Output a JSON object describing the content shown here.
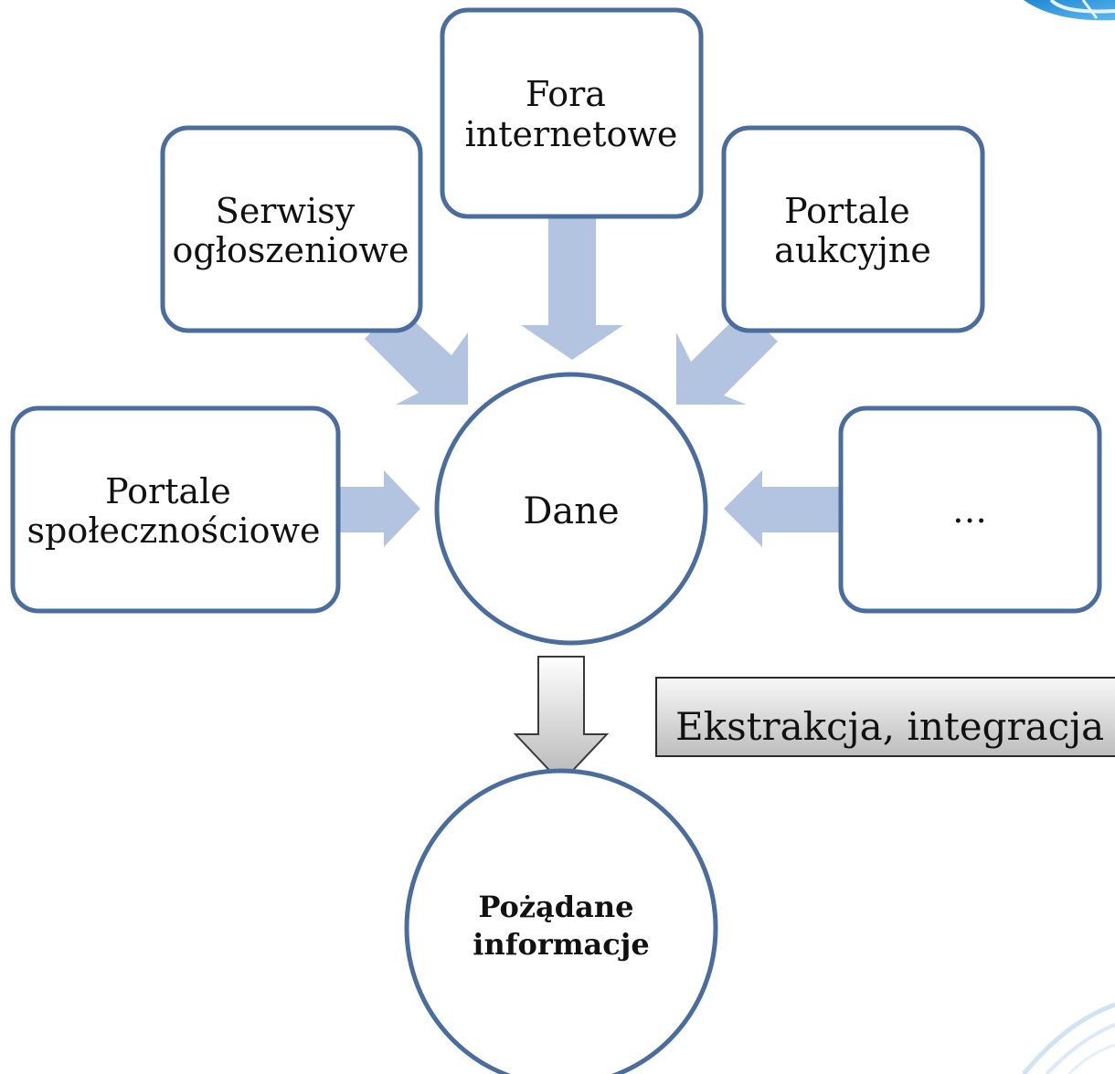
{
  "sources": {
    "fora": "Fora internetowe",
    "serwisy": "Serwisy ogłoszeniowe",
    "aukcje": "Portale aukcyjne",
    "spolecznosciowe": "Portale społecznościowe",
    "other": "…"
  },
  "center": "Dane",
  "process": "Ekstrakcja, integracja",
  "result": "Pożądane informacje",
  "colors": {
    "box_stroke": "#4a6d9d",
    "arrow_fill": "#b3c4e0",
    "process_fill_top": "#f7f7f7",
    "process_fill_bottom": "#b9b9b9"
  }
}
